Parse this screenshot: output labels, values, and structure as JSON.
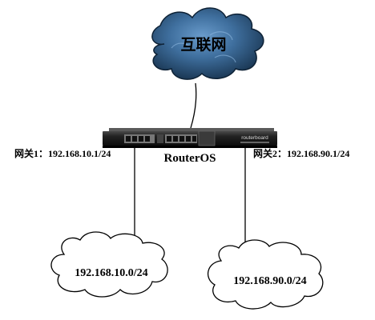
{
  "internet": {
    "label": "互联网"
  },
  "router": {
    "name": "RouterOS",
    "brand": "routerboard"
  },
  "gateways": [
    {
      "label": "网关1：192.168.10.1/24"
    },
    {
      "label": "网关2：192.168.90.1/24"
    }
  ],
  "lans": [
    {
      "label": "192.168.10.0/24"
    },
    {
      "label": "192.168.90.0/24"
    }
  ],
  "colors": {
    "cloud_dark": "#1f3d5c",
    "cloud_light": "#4f86b8",
    "router_body": "#1e1e1e",
    "line": "#000000"
  }
}
